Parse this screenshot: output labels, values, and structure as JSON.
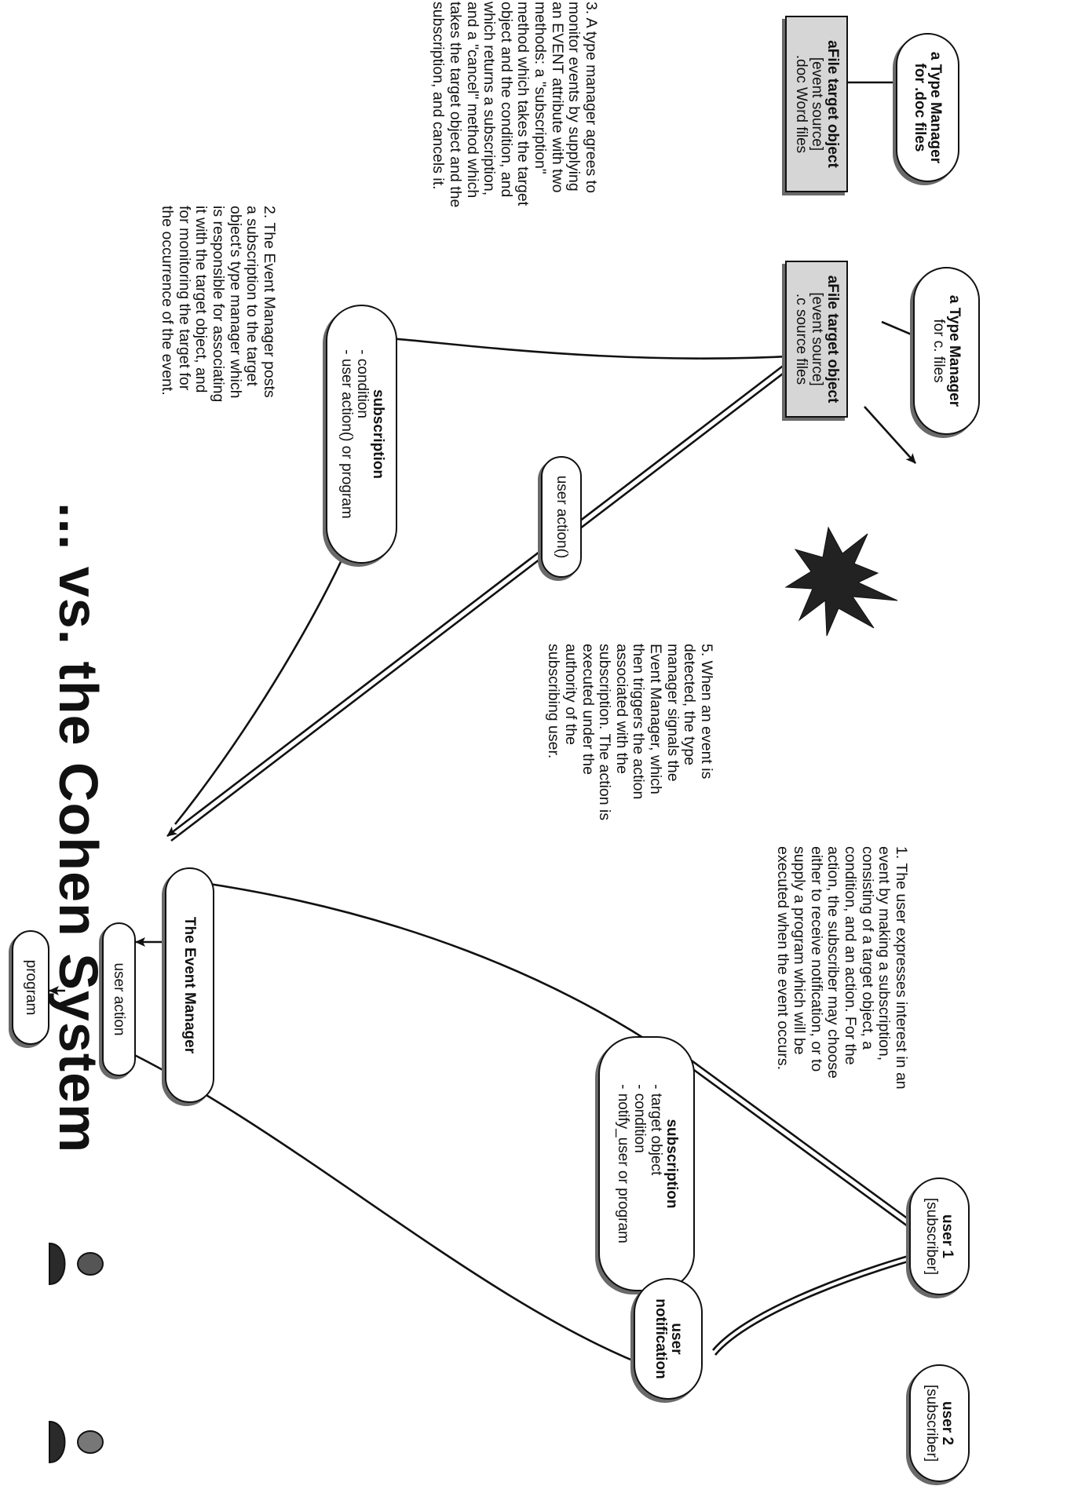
{
  "title": "... vs. the Cohen System",
  "nodes": {
    "file_doc": {
      "line1": "aFile target object",
      "line2": "[event source]",
      "line3": ".doc Word files"
    },
    "file_c": {
      "line1": "aFile target object",
      "line2": "[event source]",
      "line3": ".c source files"
    },
    "type_manager_doc": {
      "line1": "a Type Manager",
      "line2": "for .doc files"
    },
    "type_manager_c": {
      "line1": "a Type Manager",
      "line2": "for c. files"
    },
    "subscription_top": {
      "heading": "subscription",
      "items": [
        "- condition",
        "- user action() or program"
      ]
    },
    "user_action_call": {
      "label": "user action()"
    },
    "event_manager": {
      "label": "The Event Manager"
    },
    "user_action": {
      "label": "user action"
    },
    "program": {
      "label": "program"
    },
    "subscription_bottom": {
      "heading": "subscription",
      "items": [
        "- target object",
        "- condition",
        "- notify_user  or  program"
      ]
    },
    "user1": {
      "line1": "user 1",
      "line2": "[subscriber]"
    },
    "user2": {
      "line1": "user 2",
      "line2": "[subscriber]"
    },
    "user_notification": {
      "line1": "user",
      "line2": "notification"
    }
  },
  "notes": {
    "note1": "1. The user expresses interest in an\nevent by making a subscription,\nconsisting of a target object, a\ncondition, and an action. For the\naction, the subscriber may choose\neither to receive notification, or to\nsupply a program which will be\nexecuted when the event occurs.",
    "note2": "2. The Event Manager posts\na subscription to the target\nobject's type manager which\nis responsible for associating\nit with the target object, and\nfor monitoring the target for\nthe occurrence of the event.",
    "note3": "3. A type manager agrees to\nmonitor events by supplying\nan EVENT attribute with two\nmethods: a \"subscription\"\nmethod which takes the target\nobject and the condition, and\nwhich returns a subscription,\nand a \"cancel\" method which\ntakes the target object and the\nsubscription, and cancels it.",
    "note5": "5. When an event is\ndetected, the type\nmanager signals the\nEvent Manager, which\nthen triggers the action\nassociated with the\nsubscription. The action is\nexecuted under the\nauthority of the\nsubscribing user."
  },
  "icons": [
    "user-1-person-icon",
    "user-2-person-icon",
    "event-starburst-icon"
  ],
  "colors": {
    "ink": "#111111",
    "box_fill": "#d6d6d6",
    "shadow": "#6a6a6a"
  }
}
